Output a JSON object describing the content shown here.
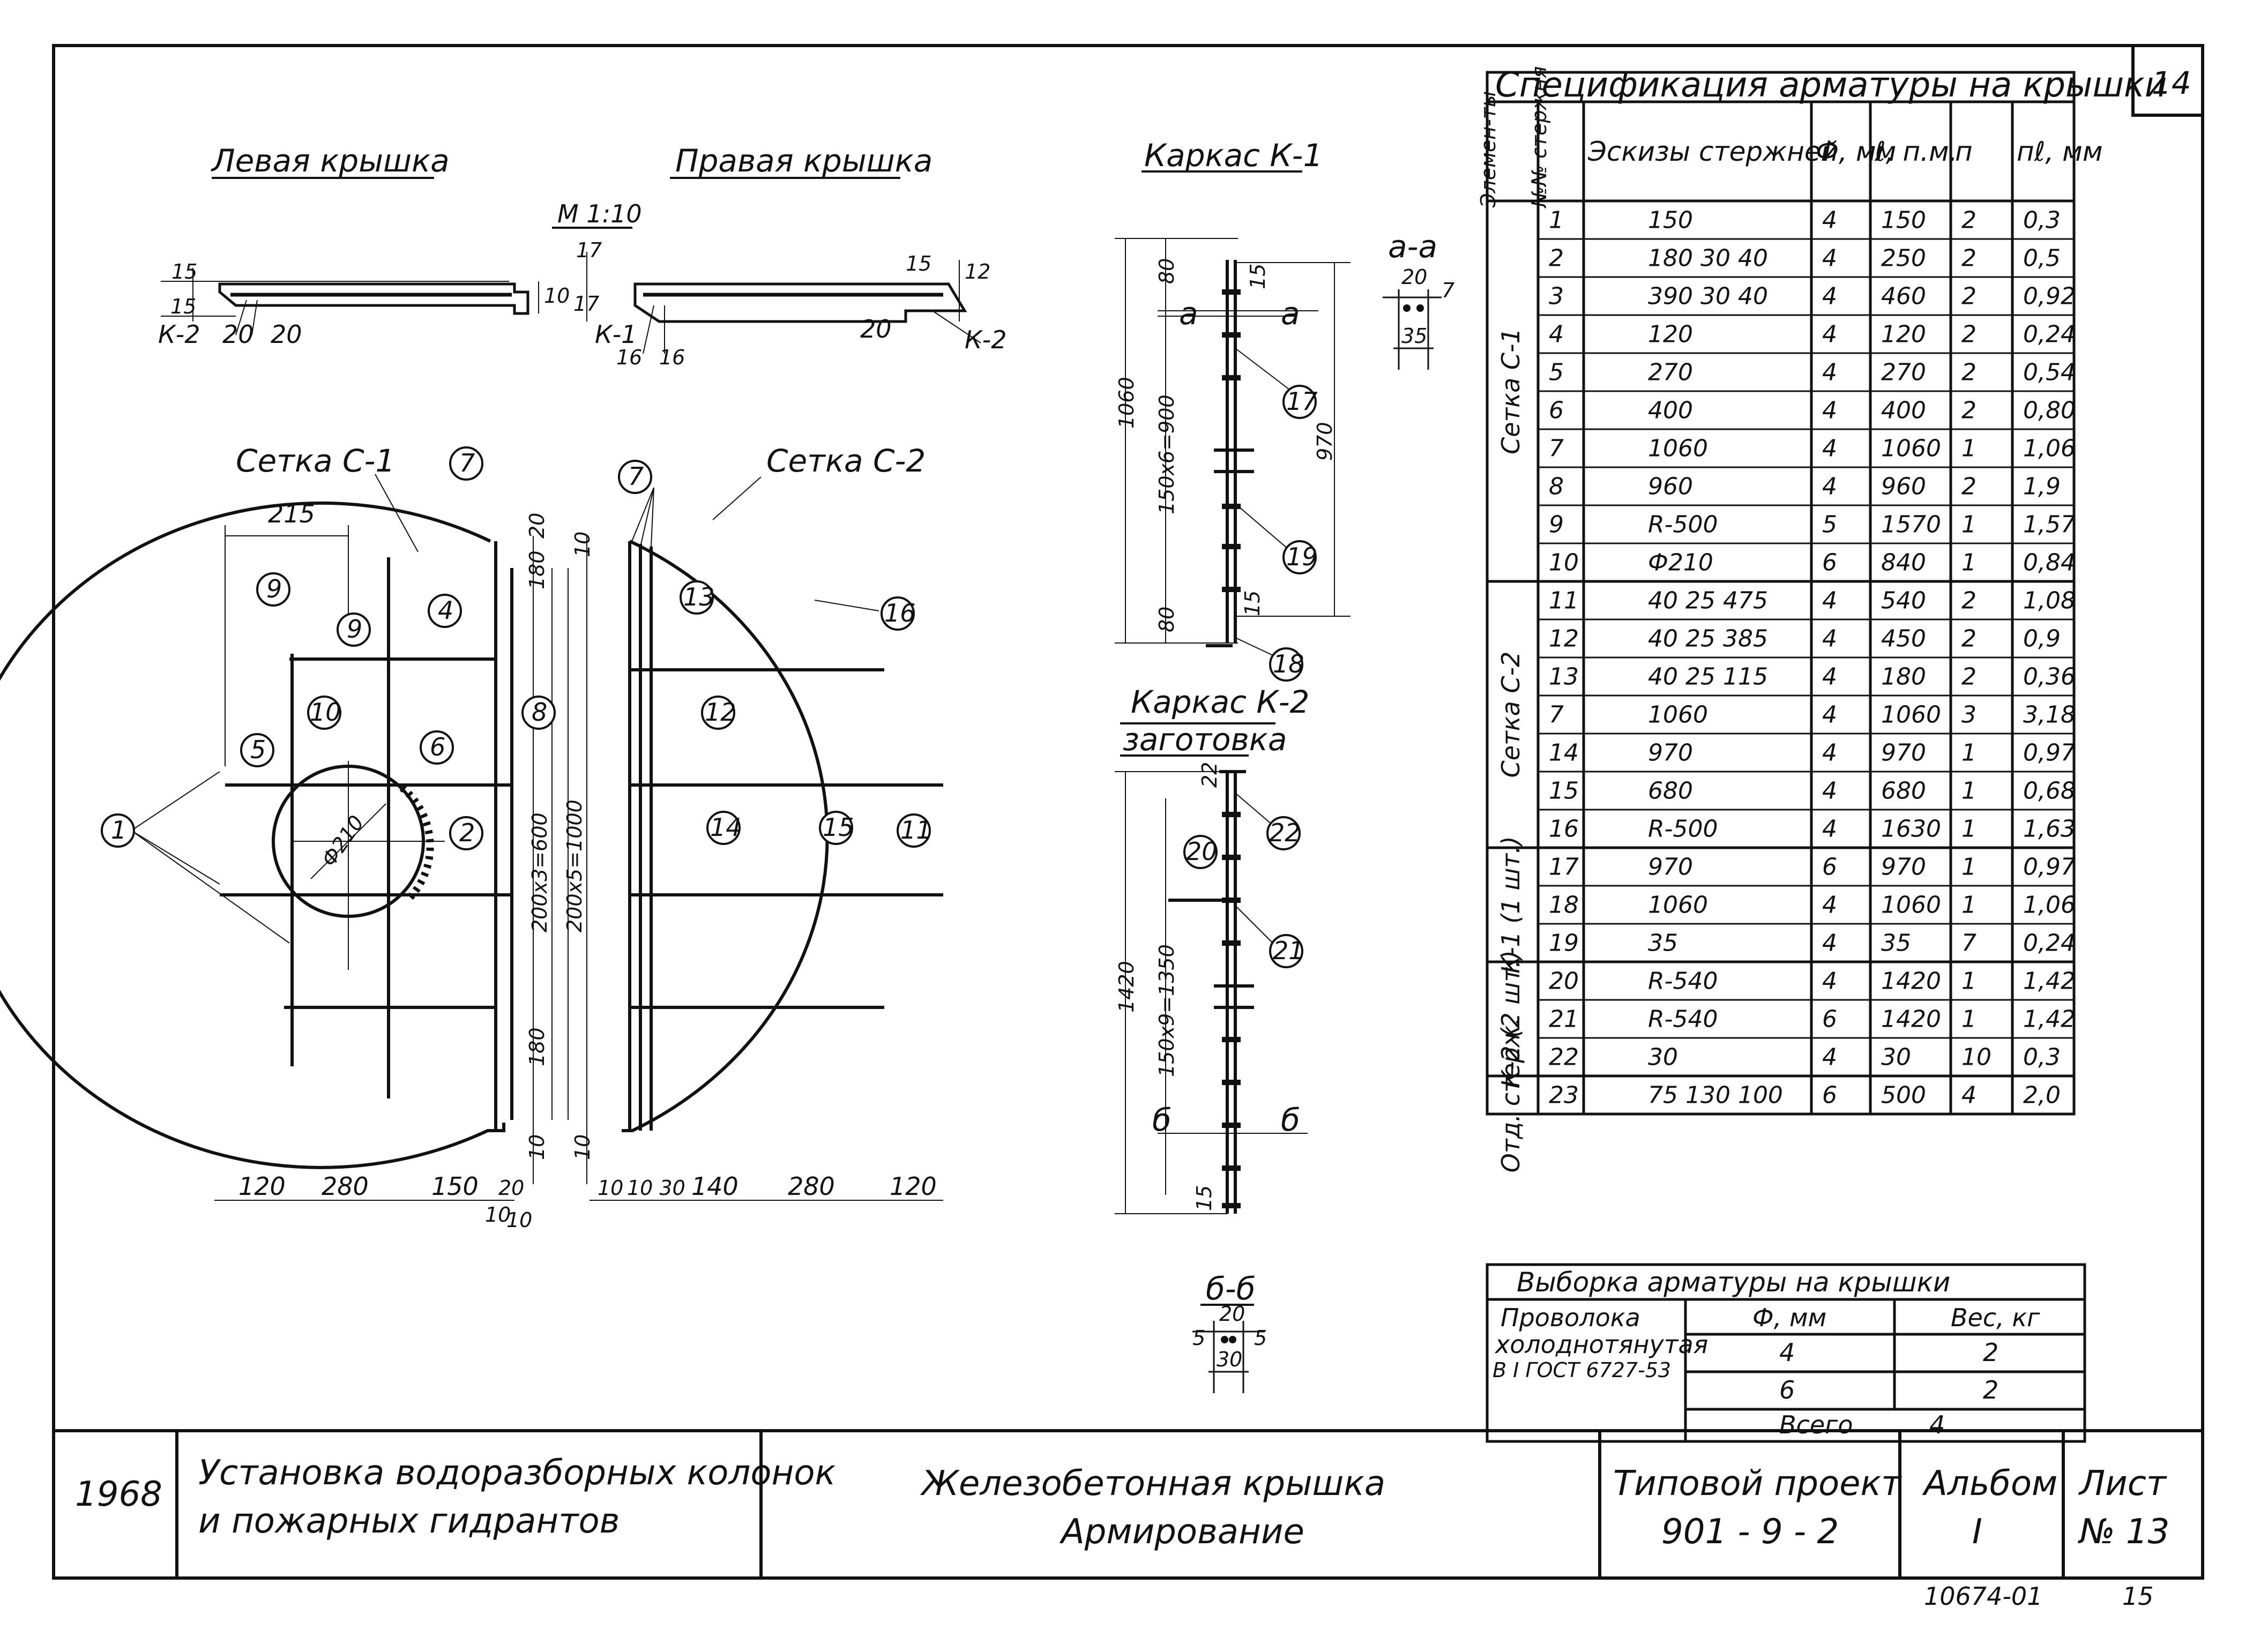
{
  "sheet_number_top": "14",
  "left_cover_title": "Левая крышка",
  "right_cover_title": "Правая крышка",
  "scale": "М 1:10",
  "karkas1_title": "Каркас К-1",
  "karkas2_title": "Каркас К-2",
  "zagotovka": "заготовка",
  "setka_c1": "Сетка С-1",
  "setka_c2": "Сетка С-2",
  "section_aa": "а-а",
  "section_bb": "б-б",
  "cover_labels": {
    "k2": "К-2",
    "k1": "К-1",
    "d15": "15",
    "d10": "10",
    "d20": "20",
    "d16": "16",
    "d17": "17",
    "d12": "12",
    "d15b": "15"
  },
  "plan_dims": {
    "d215": "215",
    "d120": "120",
    "d280": "280",
    "d150": "150",
    "d10": "10",
    "d20": "20",
    "d180": "180",
    "d140": "140",
    "d1030": "10 30",
    "d200x3": "200х3=600",
    "d200x5": "200х5=1000",
    "dia": "Ф210",
    "top20": "20",
    "top10": "10",
    "bot10": "10",
    "bot20": "20"
  },
  "plan_callouts": [
    "1",
    "2",
    "4",
    "5",
    "6",
    "7",
    "8",
    "9",
    "10",
    "11",
    "12",
    "13",
    "14",
    "15",
    "16"
  ],
  "karkas_dims": {
    "d1060": "1060",
    "d150x6": "150х6=900",
    "d970": "970",
    "d80": "80",
    "d15": "15",
    "d1420": "1420",
    "d150x9": "150х9=1350",
    "a": "а",
    "b": "б",
    "d22": "22",
    "s20": "20",
    "s7": "7",
    "s35": "35",
    "s5": "5",
    "s30": "30"
  },
  "karkas_callouts": [
    "17",
    "18",
    "19",
    "20",
    "21",
    "22"
  ],
  "spec": {
    "title": "Спецификация арматуры на крышки",
    "headers": [
      "Элемен-ты",
      "№№ стержня",
      "Эскизы стержней",
      "Ф, мм",
      "ℓ, п.м.",
      "п",
      "пℓ, мм"
    ],
    "groups": [
      {
        "name": "Сетка С-1",
        "rows": [
          {
            "n": "1",
            "sketch": "150",
            "d": "4",
            "l": "150",
            "c": "2",
            "t": "0,3"
          },
          {
            "n": "2",
            "sketch": "180 30 40",
            "d": "4",
            "l": "250",
            "c": "2",
            "t": "0,5"
          },
          {
            "n": "3",
            "sketch": "390 30 40",
            "d": "4",
            "l": "460",
            "c": "2",
            "t": "0,92"
          },
          {
            "n": "4",
            "sketch": "120",
            "d": "4",
            "l": "120",
            "c": "2",
            "t": "0,24"
          },
          {
            "n": "5",
            "sketch": "270",
            "d": "4",
            "l": "270",
            "c": "2",
            "t": "0,54"
          },
          {
            "n": "6",
            "sketch": "400",
            "d": "4",
            "l": "400",
            "c": "2",
            "t": "0,80"
          },
          {
            "n": "7",
            "sketch": "1060",
            "d": "4",
            "l": "1060",
            "c": "1",
            "t": "1,06"
          },
          {
            "n": "8",
            "sketch": "960",
            "d": "4",
            "l": "960",
            "c": "2",
            "t": "1,9"
          },
          {
            "n": "9",
            "sketch": "R-500",
            "d": "5",
            "l": "1570",
            "c": "1",
            "t": "1,57"
          },
          {
            "n": "10",
            "sketch": "Ф210",
            "d": "6",
            "l": "840",
            "c": "1",
            "t": "0,84"
          }
        ]
      },
      {
        "name": "Сетка С-2",
        "rows": [
          {
            "n": "11",
            "sketch": "40 25 475",
            "d": "4",
            "l": "540",
            "c": "2",
            "t": "1,08"
          },
          {
            "n": "12",
            "sketch": "40 25 385",
            "d": "4",
            "l": "450",
            "c": "2",
            "t": "0,9"
          },
          {
            "n": "13",
            "sketch": "40 25 115",
            "d": "4",
            "l": "180",
            "c": "2",
            "t": "0,36"
          },
          {
            "n": "7",
            "sketch": "1060",
            "d": "4",
            "l": "1060",
            "c": "3",
            "t": "3,18"
          },
          {
            "n": "14",
            "sketch": "970",
            "d": "4",
            "l": "970",
            "c": "1",
            "t": "0,97"
          },
          {
            "n": "15",
            "sketch": "680",
            "d": "4",
            "l": "680",
            "c": "1",
            "t": "0,68"
          },
          {
            "n": "16",
            "sketch": "R-500",
            "d": "4",
            "l": "1630",
            "c": "1",
            "t": "1,63"
          }
        ]
      },
      {
        "name": "К-1 (1 шт.)",
        "rows": [
          {
            "n": "17",
            "sketch": "970",
            "d": "6",
            "l": "970",
            "c": "1",
            "t": "0,97"
          },
          {
            "n": "18",
            "sketch": "1060",
            "d": "4",
            "l": "1060",
            "c": "1",
            "t": "1,06"
          },
          {
            "n": "19",
            "sketch": "35",
            "d": "4",
            "l": "35",
            "c": "7",
            "t": "0,24"
          }
        ]
      },
      {
        "name": "К-2 (2 шт.)",
        "rows": [
          {
            "n": "20",
            "sketch": "R-540",
            "d": "4",
            "l": "1420",
            "c": "1",
            "t": "1,42"
          },
          {
            "n": "21",
            "sketch": "R-540",
            "d": "6",
            "l": "1420",
            "c": "1",
            "t": "1,42"
          },
          {
            "n": "22",
            "sketch": "30",
            "d": "4",
            "l": "30",
            "c": "10",
            "t": "0,3"
          }
        ]
      },
      {
        "name": "Отд. стерж.",
        "rows": [
          {
            "n": "23",
            "sketch": "75 130 100",
            "d": "6",
            "l": "500",
            "c": "4",
            "t": "2,0"
          }
        ]
      }
    ]
  },
  "vyborka": {
    "title": "Выборка арматуры на крышки",
    "material": [
      "Проволока",
      "холоднотянутая",
      "В I ГОСТ 6727-53"
    ],
    "col_d": "Ф, мм",
    "col_w": "Вес, кг",
    "rows": [
      {
        "d": "4",
        "w": "2"
      },
      {
        "d": "6",
        "w": "2"
      }
    ],
    "total_label": "Всего",
    "total": "4"
  },
  "title_block": {
    "year": "1968",
    "project_line1": "Установка водоразборных колонок",
    "project_line2": "и пожарных гидрантов",
    "drawing_line1": "Железобетонная крышка",
    "drawing_line2": "Армирование",
    "typ_label": "Типовой проект",
    "typ_number": "901 - 9 - 2",
    "album_label": "Альбом",
    "album_number": "I",
    "sheet_label": "Лист",
    "sheet_number": "№ 13"
  },
  "footer_code": "10674-01",
  "footer_page": "15"
}
